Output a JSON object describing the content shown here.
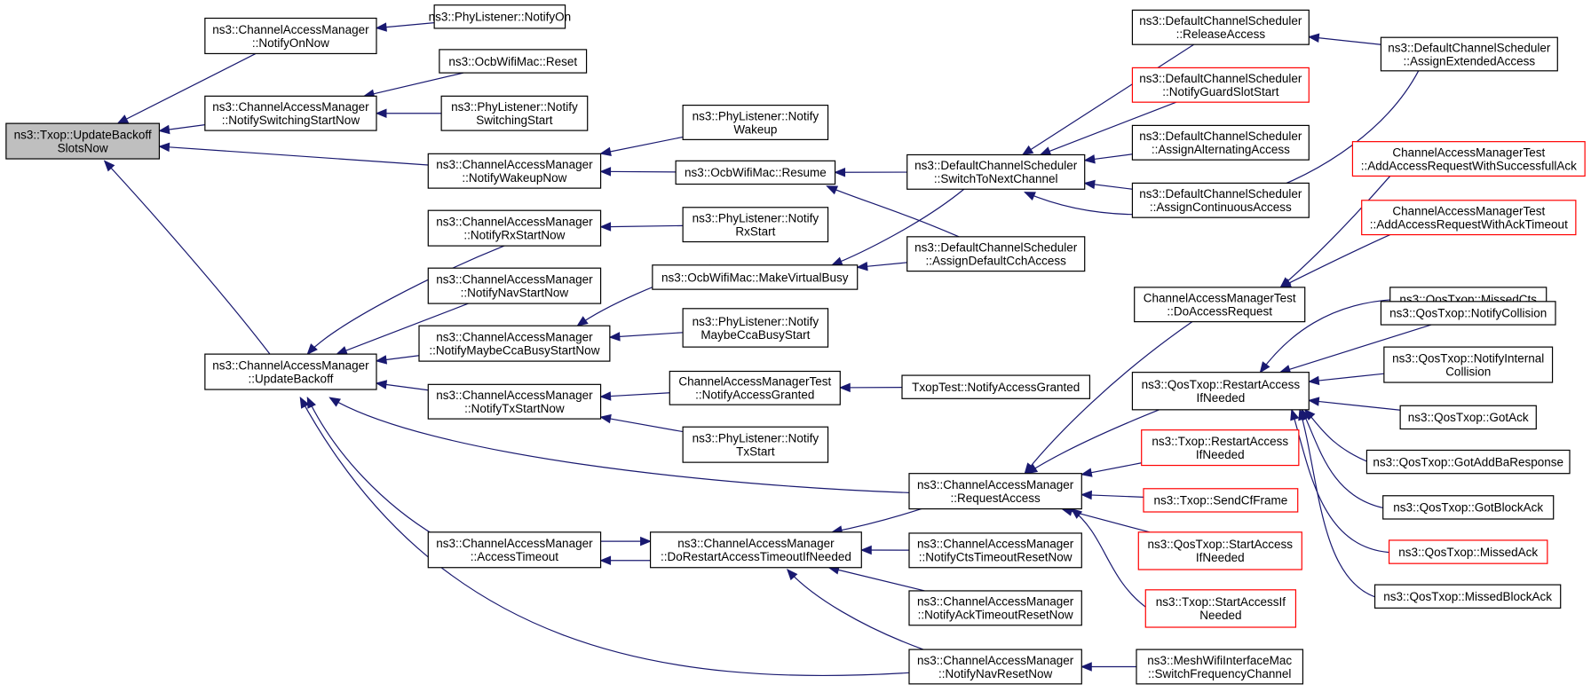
{
  "colors": {
    "edge": "#191970",
    "border_default": "#000000",
    "border_incomplete": "#ff0000",
    "root_fill": "#bfbfbf",
    "node_fill": "#ffffff"
  },
  "nodes": [
    {
      "id": "root",
      "lines": [
        "ns3::Txop::UpdateBackoff",
        "SlotsNow"
      ],
      "style": "root"
    },
    {
      "id": "onNow",
      "lines": [
        "ns3::ChannelAccessManager",
        "::NotifyOnNow"
      ]
    },
    {
      "id": "pl_on",
      "lines": [
        "ns3::PhyListener::NotifyOn"
      ]
    },
    {
      "id": "ocb_reset",
      "lines": [
        "ns3::OcbWifiMac::Reset"
      ]
    },
    {
      "id": "switchStart",
      "lines": [
        "ns3::ChannelAccessManager",
        "::NotifySwitchingStartNow"
      ]
    },
    {
      "id": "pl_switch",
      "lines": [
        "ns3::PhyListener::Notify",
        "SwitchingStart"
      ]
    },
    {
      "id": "pl_wakeup",
      "lines": [
        "ns3::PhyListener::Notify",
        "Wakeup"
      ]
    },
    {
      "id": "wakeupNow",
      "lines": [
        "ns3::ChannelAccessManager",
        "::NotifyWakeupNow"
      ]
    },
    {
      "id": "ocb_resume",
      "lines": [
        "ns3::OcbWifiMac::Resume"
      ]
    },
    {
      "id": "switchNext",
      "lines": [
        "ns3::DefaultChannelScheduler",
        "::SwitchToNextChannel"
      ]
    },
    {
      "id": "releaseAccess",
      "lines": [
        "ns3::DefaultChannelScheduler",
        "::ReleaseAccess"
      ]
    },
    {
      "id": "assignExtended",
      "lines": [
        "ns3::DefaultChannelScheduler",
        "::AssignExtendedAccess"
      ]
    },
    {
      "id": "notifyGuard",
      "lines": [
        "ns3::DefaultChannelScheduler",
        "::NotifyGuardSlotStart"
      ],
      "style": "red"
    },
    {
      "id": "assignAlt",
      "lines": [
        "ns3::DefaultChannelScheduler",
        "::AssignAlternatingAccess"
      ]
    },
    {
      "id": "assignCont",
      "lines": [
        "ns3::DefaultChannelScheduler",
        "::AssignContinuousAccess"
      ]
    },
    {
      "id": "rxStartNow",
      "lines": [
        "ns3::ChannelAccessManager",
        "::NotifyRxStartNow"
      ]
    },
    {
      "id": "pl_rx",
      "lines": [
        "ns3::PhyListener::Notify",
        "RxStart"
      ]
    },
    {
      "id": "assignDefault",
      "lines": [
        "ns3::DefaultChannelScheduler",
        "::AssignDefaultCchAccess"
      ]
    },
    {
      "id": "makeBusy",
      "lines": [
        "ns3::OcbWifiMac::MakeVirtualBusy"
      ]
    },
    {
      "id": "navStartNow",
      "lines": [
        "ns3::ChannelAccessManager",
        "::NotifyNavStartNow"
      ]
    },
    {
      "id": "ccaBusyNow",
      "lines": [
        "ns3::ChannelAccessManager",
        "::NotifyMaybeCcaBusyStartNow"
      ]
    },
    {
      "id": "pl_cca",
      "lines": [
        "ns3::PhyListener::Notify",
        "MaybeCcaBusyStart"
      ]
    },
    {
      "id": "updateBackoff",
      "lines": [
        "ns3::ChannelAccessManager",
        "::UpdateBackoff"
      ]
    },
    {
      "id": "txStartNow",
      "lines": [
        "ns3::ChannelAccessManager",
        "::NotifyTxStartNow"
      ]
    },
    {
      "id": "camTestGranted",
      "lines": [
        "ChannelAccessManagerTest",
        "::NotifyAccessGranted"
      ]
    },
    {
      "id": "txopTestGranted",
      "lines": [
        "TxopTest::NotifyAccessGranted"
      ]
    },
    {
      "id": "pl_tx",
      "lines": [
        "ns3::PhyListener::Notify",
        "TxStart"
      ]
    },
    {
      "id": "camTestSuccess",
      "lines": [
        "ChannelAccessManagerTest",
        "::AddAccessRequestWithSuccessfullAck"
      ],
      "style": "red"
    },
    {
      "id": "camTestTimeout",
      "lines": [
        "ChannelAccessManagerTest",
        "::AddAccessRequestWithAckTimeout"
      ],
      "style": "red"
    },
    {
      "id": "camTestDo",
      "lines": [
        "ChannelAccessManagerTest",
        "::DoAccessRequest"
      ]
    },
    {
      "id": "qosRestart",
      "lines": [
        "ns3::QosTxop::RestartAccess",
        "IfNeeded"
      ]
    },
    {
      "id": "qosMissedCts",
      "lines": [
        "ns3::QosTxop::MissedCts"
      ]
    },
    {
      "id": "qosCollision",
      "lines": [
        "ns3::QosTxop::NotifyCollision"
      ]
    },
    {
      "id": "qosInternal",
      "lines": [
        "ns3::QosTxop::NotifyInternal",
        "Collision"
      ]
    },
    {
      "id": "qosGotAck",
      "lines": [
        "ns3::QosTxop::GotAck"
      ]
    },
    {
      "id": "qosAddBa",
      "lines": [
        "ns3::QosTxop::GotAddBaResponse"
      ]
    },
    {
      "id": "qosBlockAck",
      "lines": [
        "ns3::QosTxop::GotBlockAck"
      ]
    },
    {
      "id": "qosMissedAck",
      "lines": [
        "ns3::QosTxop::MissedAck"
      ],
      "style": "red"
    },
    {
      "id": "qosMissedBlock",
      "lines": [
        "ns3::QosTxop::MissedBlockAck"
      ]
    },
    {
      "id": "txopRestart",
      "lines": [
        "ns3::Txop::RestartAccess",
        "IfNeeded"
      ],
      "style": "red"
    },
    {
      "id": "requestAccess",
      "lines": [
        "ns3::ChannelAccessManager",
        "::RequestAccess"
      ]
    },
    {
      "id": "txopCf",
      "lines": [
        "ns3::Txop::SendCfFrame"
      ],
      "style": "red"
    },
    {
      "id": "qosStart",
      "lines": [
        "ns3::QosTxop::StartAccess",
        "IfNeeded"
      ],
      "style": "red"
    },
    {
      "id": "txopStart",
      "lines": [
        "ns3::Txop::StartAccessIf",
        "Needed"
      ],
      "style": "red"
    },
    {
      "id": "accessTimeout",
      "lines": [
        "ns3::ChannelAccessManager",
        "::AccessTimeout"
      ]
    },
    {
      "id": "doRestart",
      "lines": [
        "ns3::ChannelAccessManager",
        "::DoRestartAccessTimeoutIfNeeded"
      ]
    },
    {
      "id": "ctsReset",
      "lines": [
        "ns3::ChannelAccessManager",
        "::NotifyCtsTimeoutResetNow"
      ]
    },
    {
      "id": "ackReset",
      "lines": [
        "ns3::ChannelAccessManager",
        "::NotifyAckTimeoutResetNow"
      ]
    },
    {
      "id": "navReset",
      "lines": [
        "ns3::ChannelAccessManager",
        "::NotifyNavResetNow"
      ]
    },
    {
      "id": "meshSwitch",
      "lines": [
        "ns3::MeshWifiInterfaceMac",
        "::SwitchFrequencyChannel"
      ]
    }
  ],
  "edges": [
    [
      "onNow",
      "root"
    ],
    [
      "switchStart",
      "root"
    ],
    [
      "wakeupNow",
      "root"
    ],
    [
      "updateBackoff",
      "root"
    ],
    [
      "pl_on",
      "onNow"
    ],
    [
      "ocb_reset",
      "switchStart"
    ],
    [
      "pl_switch",
      "switchStart"
    ],
    [
      "pl_wakeup",
      "wakeupNow"
    ],
    [
      "ocb_resume",
      "wakeupNow"
    ],
    [
      "switchNext",
      "ocb_resume"
    ],
    [
      "assignDefault",
      "ocb_resume"
    ],
    [
      "releaseAccess",
      "switchNext"
    ],
    [
      "notifyGuard",
      "switchNext"
    ],
    [
      "assignAlt",
      "switchNext"
    ],
    [
      "assignCont",
      "switchNext"
    ],
    [
      "assignExtended",
      "switchNext"
    ],
    [
      "assignExtended",
      "releaseAccess"
    ],
    [
      "pl_rx",
      "rxStartNow"
    ],
    [
      "switchNext",
      "makeBusy"
    ],
    [
      "assignDefault",
      "makeBusy"
    ],
    [
      "makeBusy",
      "ccaBusyNow"
    ],
    [
      "pl_cca",
      "ccaBusyNow"
    ],
    [
      "rxStartNow",
      "updateBackoff"
    ],
    [
      "navStartNow",
      "updateBackoff"
    ],
    [
      "ccaBusyNow",
      "updateBackoff"
    ],
    [
      "txStartNow",
      "updateBackoff"
    ],
    [
      "requestAccess",
      "updateBackoff"
    ],
    [
      "accessTimeout",
      "updateBackoff"
    ],
    [
      "navReset",
      "updateBackoff"
    ],
    [
      "camTestGranted",
      "txStartNow"
    ],
    [
      "pl_tx",
      "txStartNow"
    ],
    [
      "txopTestGranted",
      "camTestGranted"
    ],
    [
      "camTestSuccess",
      "camTestDo"
    ],
    [
      "camTestTimeout",
      "camTestDo"
    ],
    [
      "qosMissedCts",
      "qosRestart"
    ],
    [
      "qosCollision",
      "qosRestart"
    ],
    [
      "qosInternal",
      "qosRestart"
    ],
    [
      "qosGotAck",
      "qosRestart"
    ],
    [
      "qosAddBa",
      "qosRestart"
    ],
    [
      "qosBlockAck",
      "qosRestart"
    ],
    [
      "qosMissedAck",
      "qosRestart"
    ],
    [
      "qosMissedBlock",
      "qosRestart"
    ],
    [
      "camTestDo",
      "requestAccess"
    ],
    [
      "qosRestart",
      "requestAccess"
    ],
    [
      "txopRestart",
      "requestAccess"
    ],
    [
      "txopCf",
      "requestAccess"
    ],
    [
      "qosStart",
      "requestAccess"
    ],
    [
      "txopStart",
      "requestAccess"
    ],
    [
      "requestAccess",
      "doRestart"
    ],
    [
      "ctsReset",
      "doRestart"
    ],
    [
      "ackReset",
      "doRestart"
    ],
    [
      "navReset",
      "doRestart"
    ],
    [
      "doRestart",
      "accessTimeout"
    ],
    [
      "accessTimeout",
      "doRestart"
    ],
    [
      "meshSwitch",
      "navReset"
    ]
  ]
}
